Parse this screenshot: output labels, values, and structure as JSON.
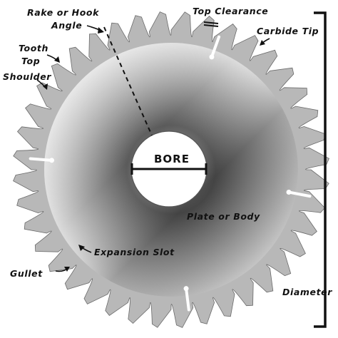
{
  "labels": {
    "rake_line1": "Rake or Hook",
    "rake_line2": "Angle",
    "top_clearance": "Top Clearance",
    "carbide_tip": "Carbide Tip",
    "tooth_top_line1": "Tooth",
    "tooth_top_line2": "Top",
    "shoulder": "Shoulder",
    "bore": "BORE",
    "plate_or_body": "Plate or Body",
    "expansion_slot": "Expansion Slot",
    "gullet": "Gullet",
    "diameter": "Diameter"
  },
  "blade": {
    "tooth_count": 40,
    "expansion_slot_count": 4
  },
  "colors": {
    "blade_light": "#e3e3e3",
    "blade_dark": "#4a4a4a",
    "teeth": "#b8b8b8",
    "ink": "#111111",
    "background": "#ffffff"
  }
}
